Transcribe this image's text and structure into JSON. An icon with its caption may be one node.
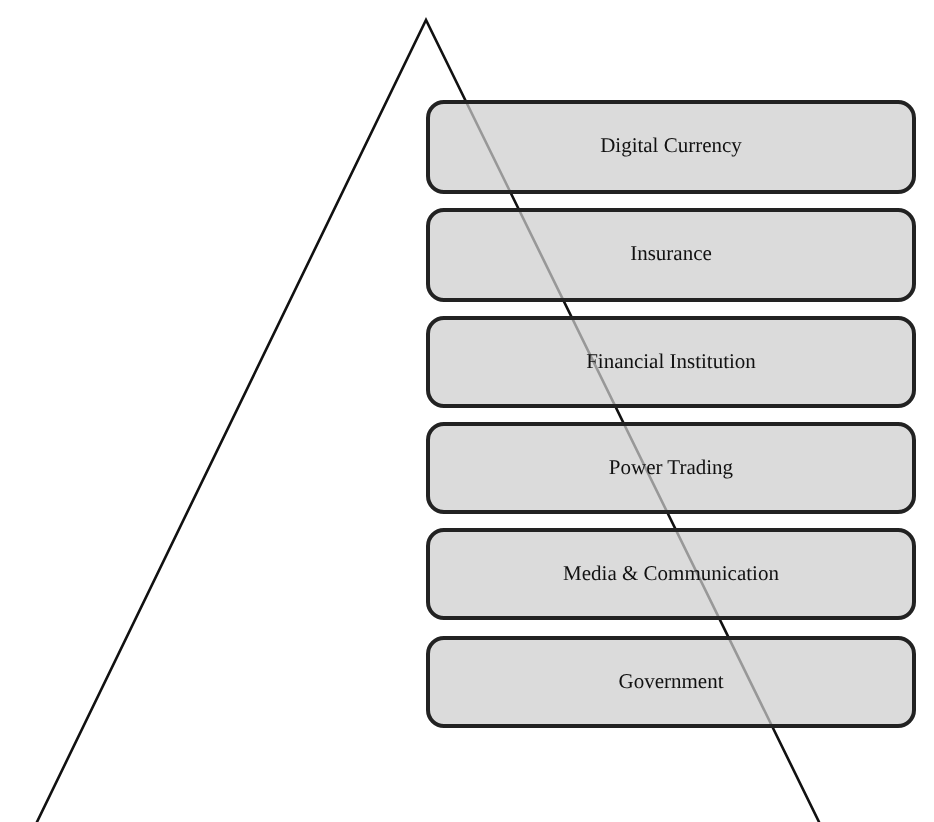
{
  "diagram": {
    "nodes": [
      {
        "text": [
          "Digital Currency"
        ]
      },
      {
        "text": [
          "Insurance"
        ]
      },
      {
        "text": [
          "Financial Institution"
        ]
      },
      {
        "text": [
          "Power Trading"
        ]
      },
      {
        "text": [
          "Media & Communication"
        ]
      },
      {
        "text": [
          "Government"
        ]
      }
    ]
  }
}
